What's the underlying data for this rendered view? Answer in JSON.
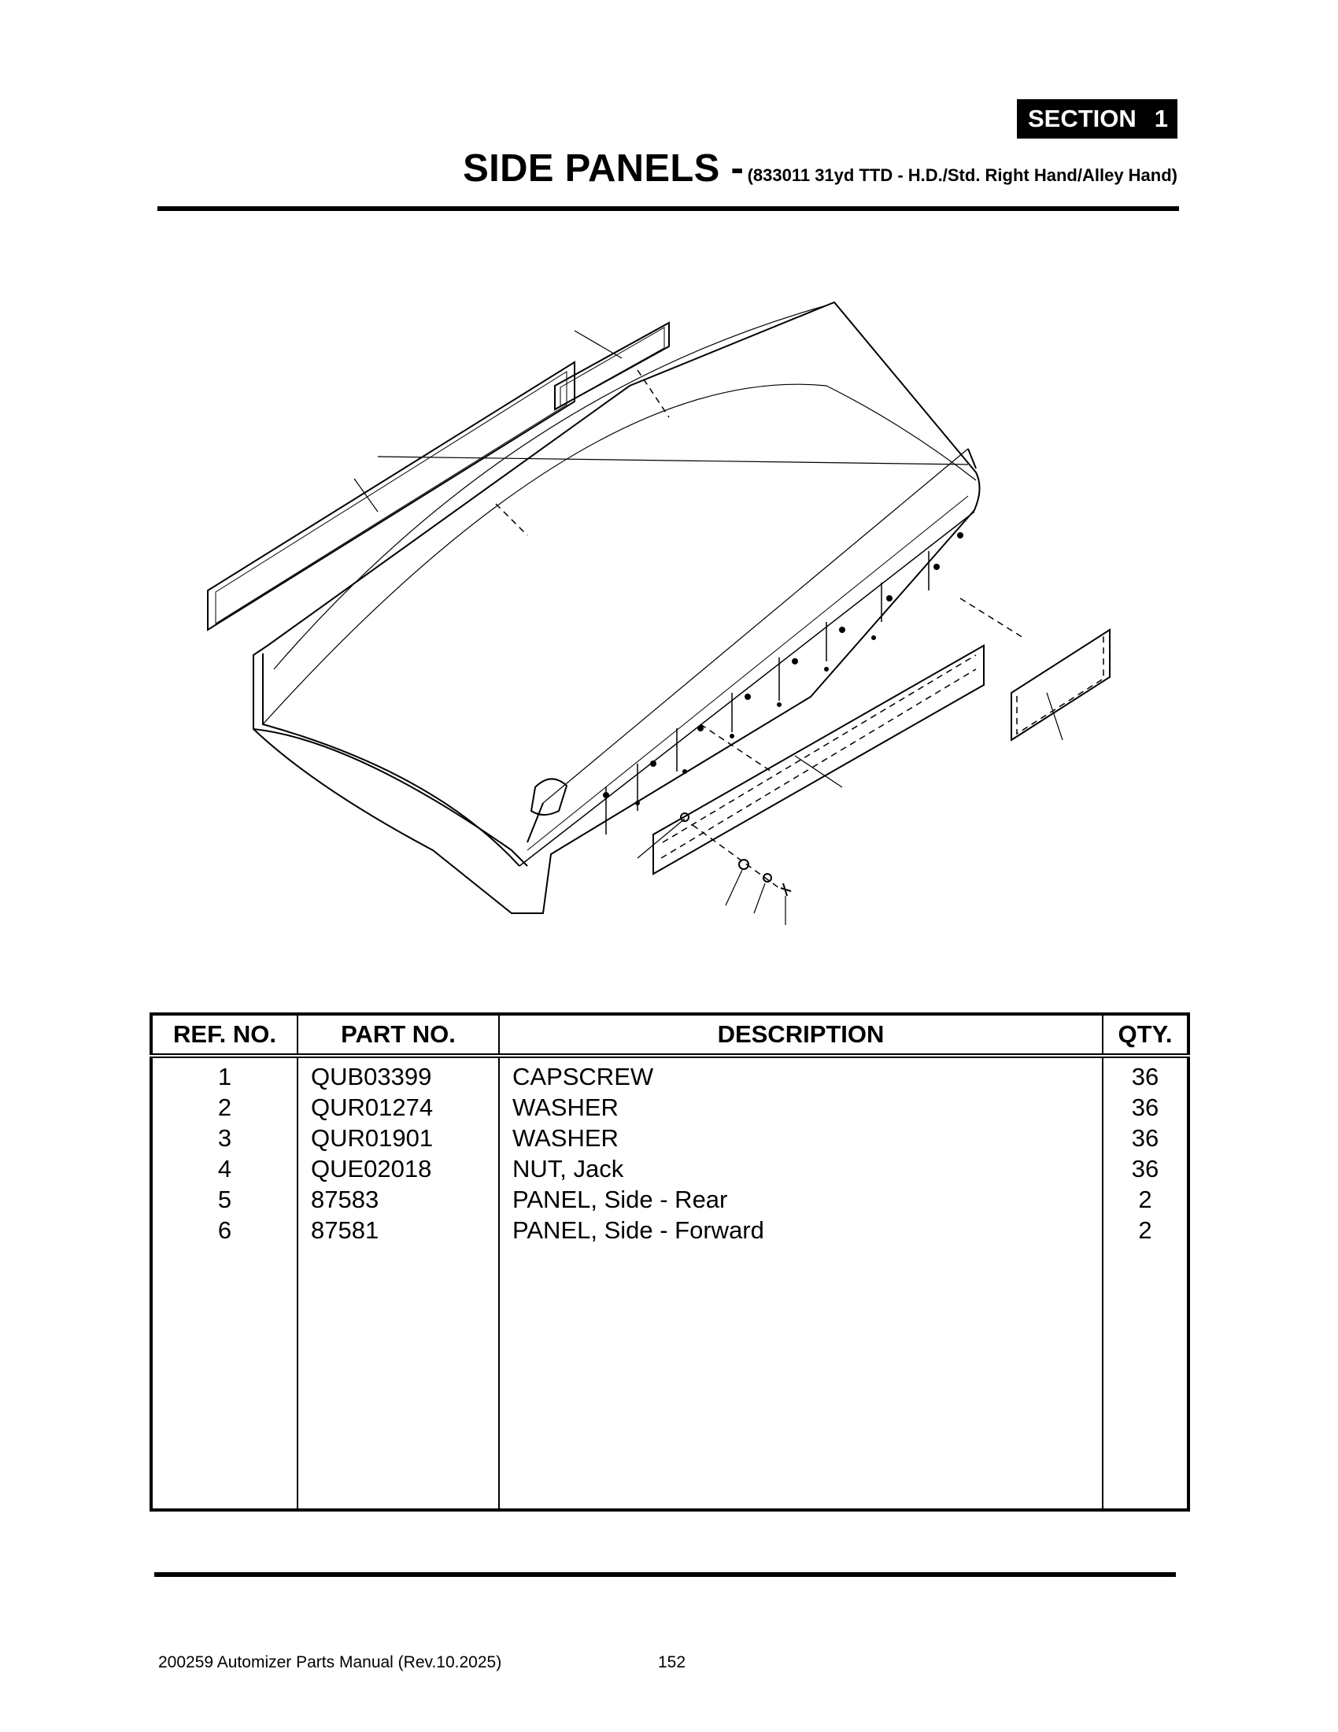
{
  "header": {
    "section_label": "SECTION",
    "section_number": "1",
    "title": "SIDE PANELS -",
    "subtitle": "(833011 31yd TTD - H.D./Std. Right Hand/Alley Hand)"
  },
  "parts_table": {
    "headers": {
      "ref": "REF. NO.",
      "part": "PART NO.",
      "description": "DESCRIPTION",
      "qty": "QTY."
    },
    "rows": [
      {
        "ref": "1",
        "part": "QUB03399",
        "description": "CAPSCREW",
        "qty": "36"
      },
      {
        "ref": "2",
        "part": "QUR01274",
        "description": "WASHER",
        "qty": "36"
      },
      {
        "ref": "3",
        "part": "QUR01901",
        "description": "WASHER",
        "qty": "36"
      },
      {
        "ref": "4",
        "part": "QUE02018",
        "description": "NUT, Jack",
        "qty": "36"
      },
      {
        "ref": "5",
        "part": "87583",
        "description": "PANEL, Side - Rear",
        "qty": "2"
      },
      {
        "ref": "6",
        "part": "87581",
        "description": "PANEL, Side - Forward",
        "qty": "2"
      }
    ]
  },
  "footer": {
    "manual": "200259 Automizer Parts Manual (Rev.10.2025)",
    "page": "152"
  }
}
